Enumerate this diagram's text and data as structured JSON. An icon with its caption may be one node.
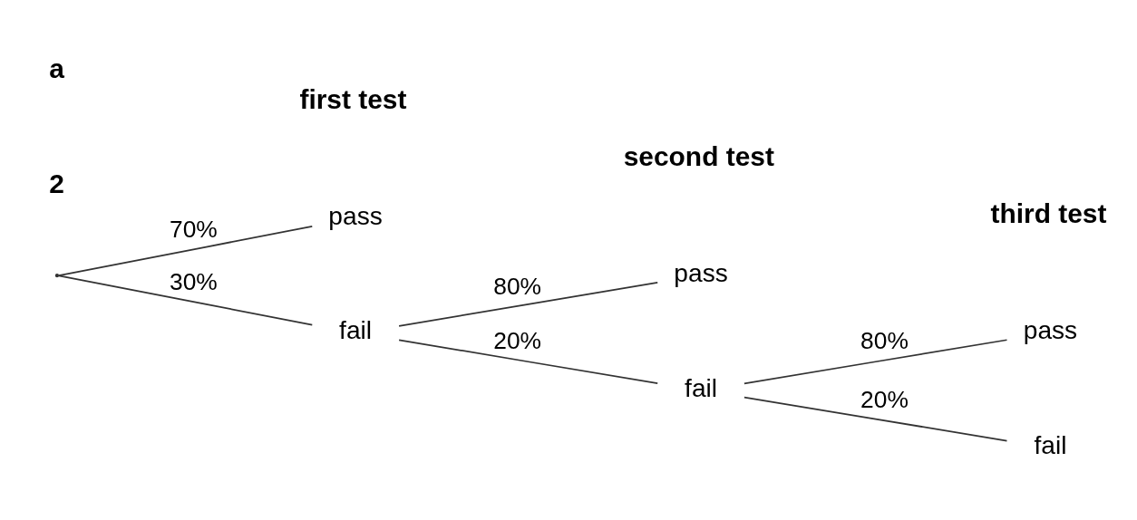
{
  "diagram": {
    "nodes": [
      {
        "text": [],
        "shape": "point"
      },
      {
        "text": [
          "pass"
        ]
      },
      {
        "text": [
          "fail"
        ]
      },
      {
        "text": [
          "pass"
        ]
      },
      {
        "text": [
          "fail"
        ]
      },
      {
        "text": [
          "pass"
        ]
      },
      {
        "text": [
          "fail"
        ]
      }
    ],
    "edges": [
      {
        "from": 0,
        "to": 1,
        "arrow": "none",
        "label": "70%"
      },
      {
        "from": 0,
        "to": 2,
        "arrow": "none",
        "label": "30%"
      },
      {
        "from": 2,
        "to": 3,
        "arrow": "none",
        "label": "80%"
      },
      {
        "from": 2,
        "to": 4,
        "arrow": "none",
        "label": "20%"
      },
      {
        "from": 4,
        "to": 5,
        "arrow": "none",
        "label": "80%"
      },
      {
        "from": 4,
        "to": 6,
        "arrow": "none",
        "label": "20%"
      }
    ],
    "labels": [
      "2",
      "a",
      "first test",
      "second test",
      "third test"
    ]
  }
}
